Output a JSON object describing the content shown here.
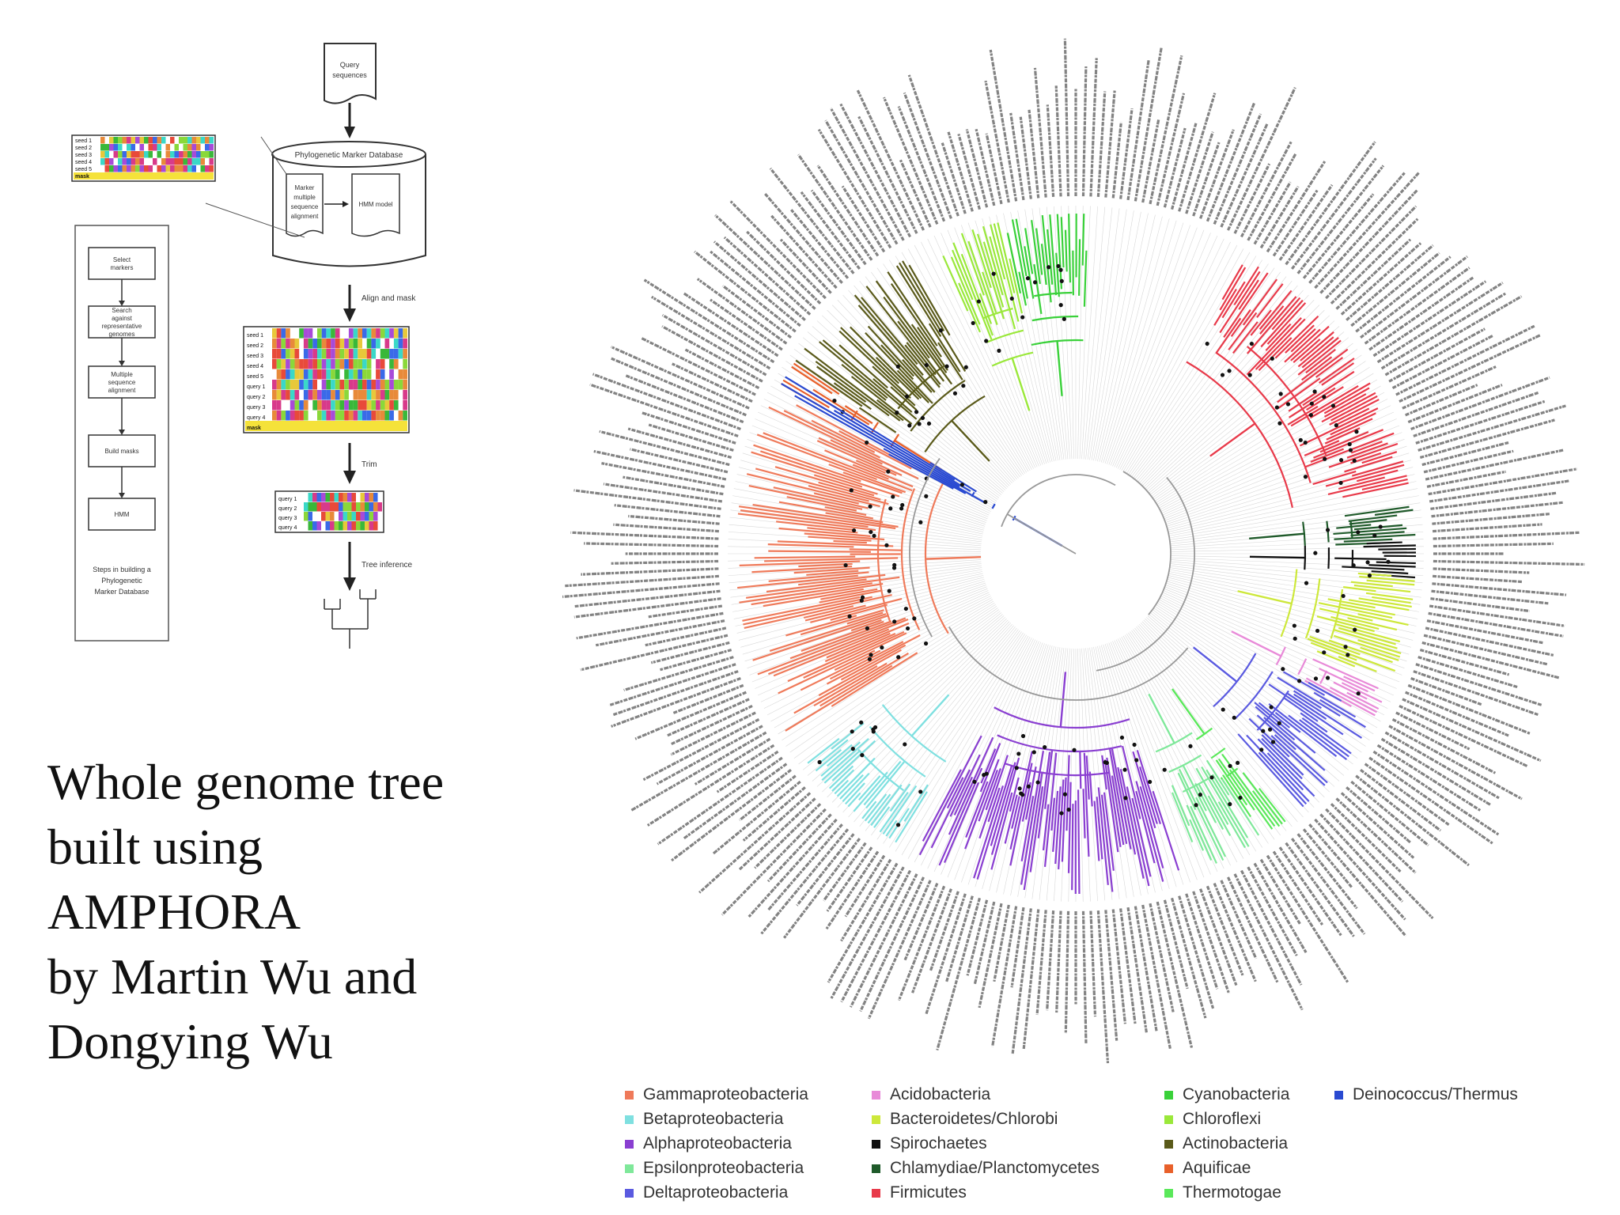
{
  "caption": {
    "lines": [
      "Whole genome tree",
      "built using",
      "AMPHORA",
      "by Martin Wu and",
      "Dongying Wu"
    ]
  },
  "pipeline": {
    "query_doc": [
      "Query",
      "sequences"
    ],
    "db_title": "Phylogenetic Marker Database",
    "db_doc_left": [
      "Marker",
      "multiple",
      "sequence",
      "alignment"
    ],
    "db_doc_right": "HMM model",
    "steps": [
      "Select markers",
      "Search against representative genomes",
      "Multiple sequence alignment",
      "Build masks",
      "HMM"
    ],
    "steps_caption": [
      "Steps in building a",
      "Phylogenetic",
      "Marker Database"
    ],
    "arrow_labels": [
      "Align and mask",
      "Trim",
      "Tree inference"
    ],
    "seed_rows": [
      "seed 1",
      "seed 2",
      "seed 3",
      "seed 4",
      "seed 5"
    ],
    "query_rows": [
      "query 1",
      "query 2",
      "query 3",
      "query 4"
    ],
    "mask_label": "mask"
  },
  "tree": {
    "clades": [
      {
        "name": "Gammaproteobacteria",
        "color": "#ef7a5a"
      },
      {
        "name": "Betaproteobacteria",
        "color": "#7fe0e0"
      },
      {
        "name": "Alphaproteobacteria",
        "color": "#8a3fd1"
      },
      {
        "name": "Epsilonproteobacteria",
        "color": "#7fe89a"
      },
      {
        "name": "Deltaproteobacteria",
        "color": "#5a5ae0"
      },
      {
        "name": "Acidobacteria",
        "color": "#e88ad8"
      },
      {
        "name": "Bacteroidetes/Chlorobi",
        "color": "#cde83a"
      },
      {
        "name": "Spirochaetes",
        "color": "#111111"
      },
      {
        "name": "Chlamydiae/Planctomycetes",
        "color": "#1f5a2a"
      },
      {
        "name": "Firmicutes",
        "color": "#e83a4a"
      },
      {
        "name": "Cyanobacteria",
        "color": "#3ad13a"
      },
      {
        "name": "Chloroflexi",
        "color": "#9ae83a"
      },
      {
        "name": "Actinobacteria",
        "color": "#5a5a1a"
      },
      {
        "name": "Aquificae",
        "color": "#e8602a"
      },
      {
        "name": "Thermotogae",
        "color": "#5ae85a"
      },
      {
        "name": "Deinococcus/Thermus",
        "color": "#2a4ad1"
      }
    ]
  }
}
